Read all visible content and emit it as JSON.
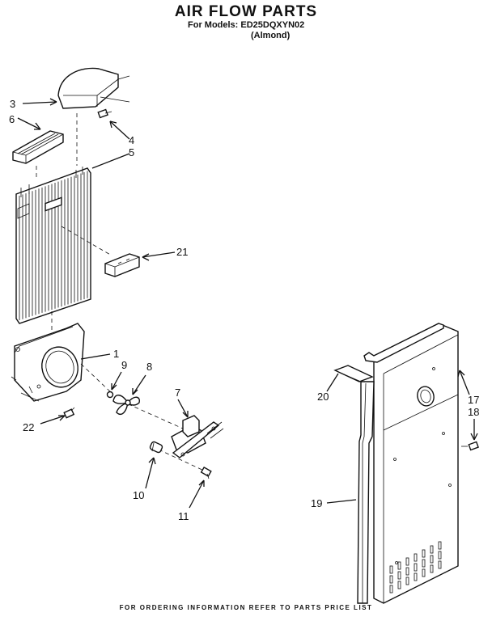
{
  "header": {
    "title": "AIR FLOW PARTS",
    "models_line": "For Models: ED25DQXYN02",
    "variant": "(Almond)"
  },
  "callouts": [
    {
      "id": "c3",
      "text": "3"
    },
    {
      "id": "c6",
      "text": "6"
    },
    {
      "id": "c4",
      "text": "4"
    },
    {
      "id": "c5",
      "text": "5"
    },
    {
      "id": "c21",
      "text": "21"
    },
    {
      "id": "c1",
      "text": "1"
    },
    {
      "id": "c9",
      "text": "9"
    },
    {
      "id": "c8",
      "text": "8"
    },
    {
      "id": "c7",
      "text": "7"
    },
    {
      "id": "c22",
      "text": "22"
    },
    {
      "id": "c10",
      "text": "10"
    },
    {
      "id": "c11",
      "text": "11"
    },
    {
      "id": "c20",
      "text": "20"
    },
    {
      "id": "c17",
      "text": "17"
    },
    {
      "id": "c18",
      "text": "18"
    },
    {
      "id": "c19",
      "text": "19"
    }
  ],
  "footer": {
    "text": "FOR ORDERING INFORMATION REFER TO PARTS PRICE LIST"
  }
}
